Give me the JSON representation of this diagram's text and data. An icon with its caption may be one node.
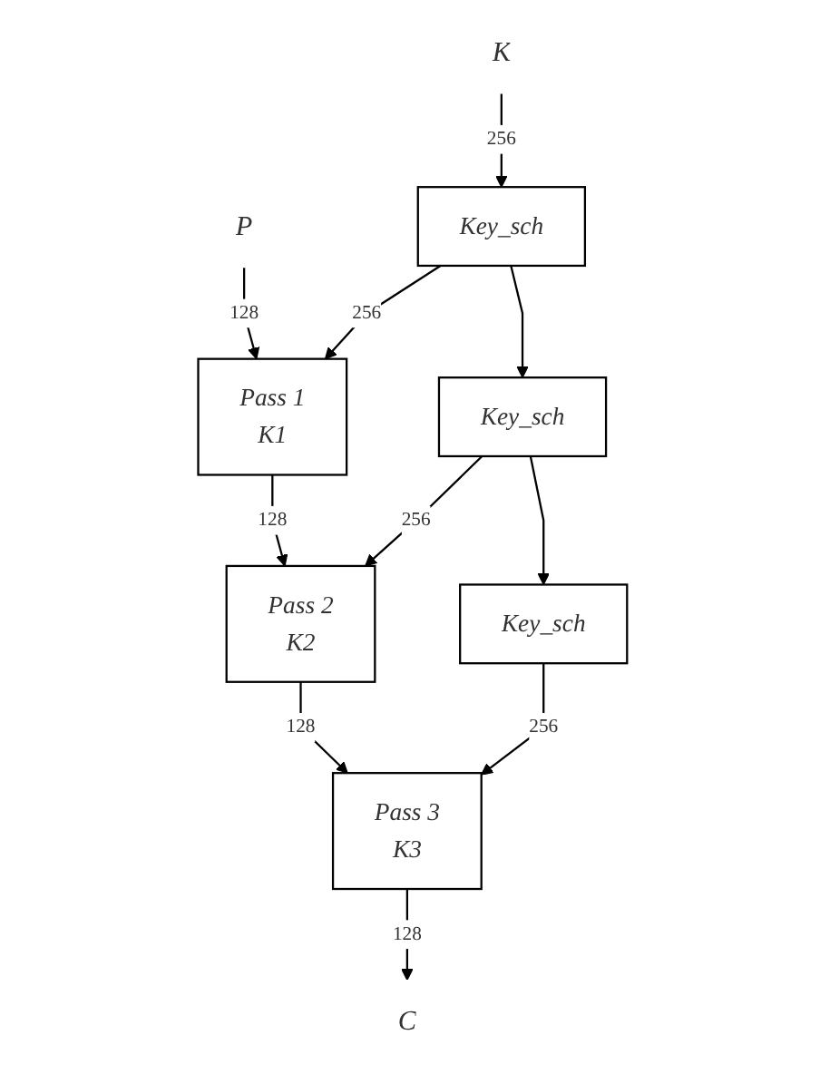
{
  "diagram": {
    "nodes": [
      {
        "text": [
          "P"
        ]
      },
      {
        "text": [
          "K"
        ]
      },
      {
        "text": [
          "Key_sch"
        ]
      },
      {
        "text": [
          "Pass 1",
          "K1"
        ]
      },
      {
        "text": [
          "Key_sch"
        ]
      },
      {
        "text": [
          "Pass 2",
          "K2"
        ]
      },
      {
        "text": [
          "Key_sch"
        ]
      },
      {
        "text": [
          "Pass 3",
          "K3"
        ]
      },
      {
        "text": [
          "C"
        ]
      }
    ],
    "edges": [
      {
        "from": 0,
        "to": 3,
        "arrow": "to",
        "label": "128"
      },
      {
        "from": 1,
        "to": 2,
        "arrow": "to",
        "label": "256"
      },
      {
        "from": 2,
        "to": 3,
        "arrow": "to",
        "label": "256"
      },
      {
        "from": 2,
        "to": 4,
        "arrow": "to"
      },
      {
        "from": 3,
        "to": 5,
        "arrow": "to",
        "label": "128"
      },
      {
        "from": 4,
        "to": 5,
        "arrow": "to",
        "label": "256"
      },
      {
        "from": 4,
        "to": 6,
        "arrow": "to"
      },
      {
        "from": 5,
        "to": 7,
        "arrow": "to",
        "label": "128"
      },
      {
        "from": 6,
        "to": 7,
        "arrow": "to",
        "label": "256"
      },
      {
        "from": 7,
        "to": 8,
        "arrow": "to",
        "label": "128"
      }
    ]
  }
}
